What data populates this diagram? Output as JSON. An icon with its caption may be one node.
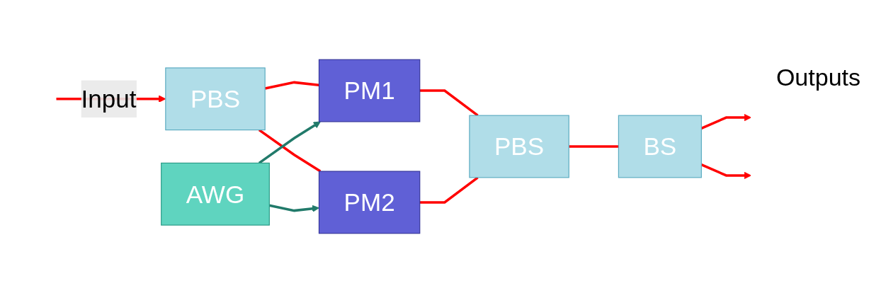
{
  "diagram": {
    "nodes": [
      {
        "text": [
          "PM1"
        ]
      },
      {
        "text": [
          "PBS"
        ]
      },
      {
        "text": [
          "AWG"
        ]
      },
      {
        "text": [
          "PBS"
        ]
      },
      {
        "text": [
          "BS"
        ]
      },
      {
        "text": [
          "PM2"
        ]
      }
    ],
    "edges": [
      {
        "from": null,
        "to": 1,
        "arrow": "to",
        "label": "Input"
      },
      {
        "from": 1,
        "to": 0,
        "arrow": "none"
      },
      {
        "from": 1,
        "to": 5,
        "arrow": "none"
      },
      {
        "from": 0,
        "to": 3,
        "arrow": "none"
      },
      {
        "from": 5,
        "to": 3,
        "arrow": "none"
      },
      {
        "from": 3,
        "to": 4,
        "arrow": "none"
      },
      {
        "from": 4,
        "to": null,
        "arrow": "to"
      },
      {
        "from": 4,
        "to": null,
        "arrow": "to"
      },
      {
        "from": 2,
        "to": 0,
        "arrow": "to",
        "color": "#217a6a"
      },
      {
        "from": 2,
        "to": 5,
        "arrow": "to",
        "color": "#217a6a"
      }
    ],
    "labels": [
      "Outputs"
    ]
  }
}
